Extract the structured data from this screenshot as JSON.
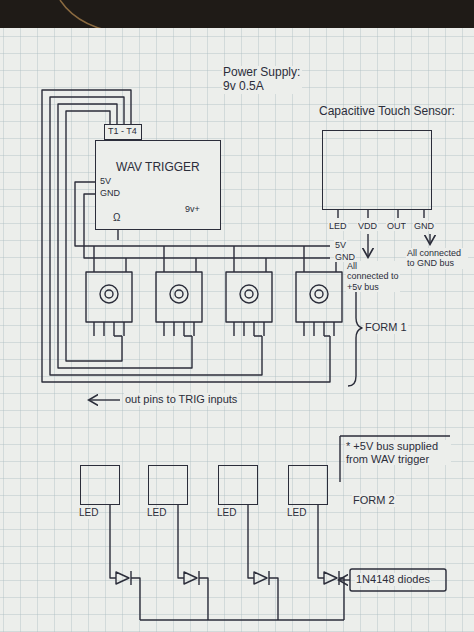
{
  "diagram": {
    "nodes": [
      {
        "text": [
          "WAV TRIGGER"
        ]
      },
      {
        "text": [
          "T1 - T4"
        ]
      },
      {
        "text": [
          "Capacitive Touch Sensor:"
        ]
      },
      {
        "text": [
          "LED"
        ]
      },
      {
        "text": [
          "LED"
        ]
      },
      {
        "text": [
          "LED"
        ]
      },
      {
        "text": [
          "LED"
        ]
      }
    ],
    "labels": [
      "Power Supply: 9v 0.5A",
      "5V",
      "GND",
      "9v+",
      "Ω",
      "5V",
      "GND",
      "FORM 1",
      "out pins to TRIG inputs",
      "LED",
      "VDD",
      "OUT",
      "GND",
      "All connected to +5v bus",
      "All connected to GND bus",
      "* +5V bus supplied from WAV trigger",
      "FORM 2",
      "1N4148 diodes"
    ]
  }
}
